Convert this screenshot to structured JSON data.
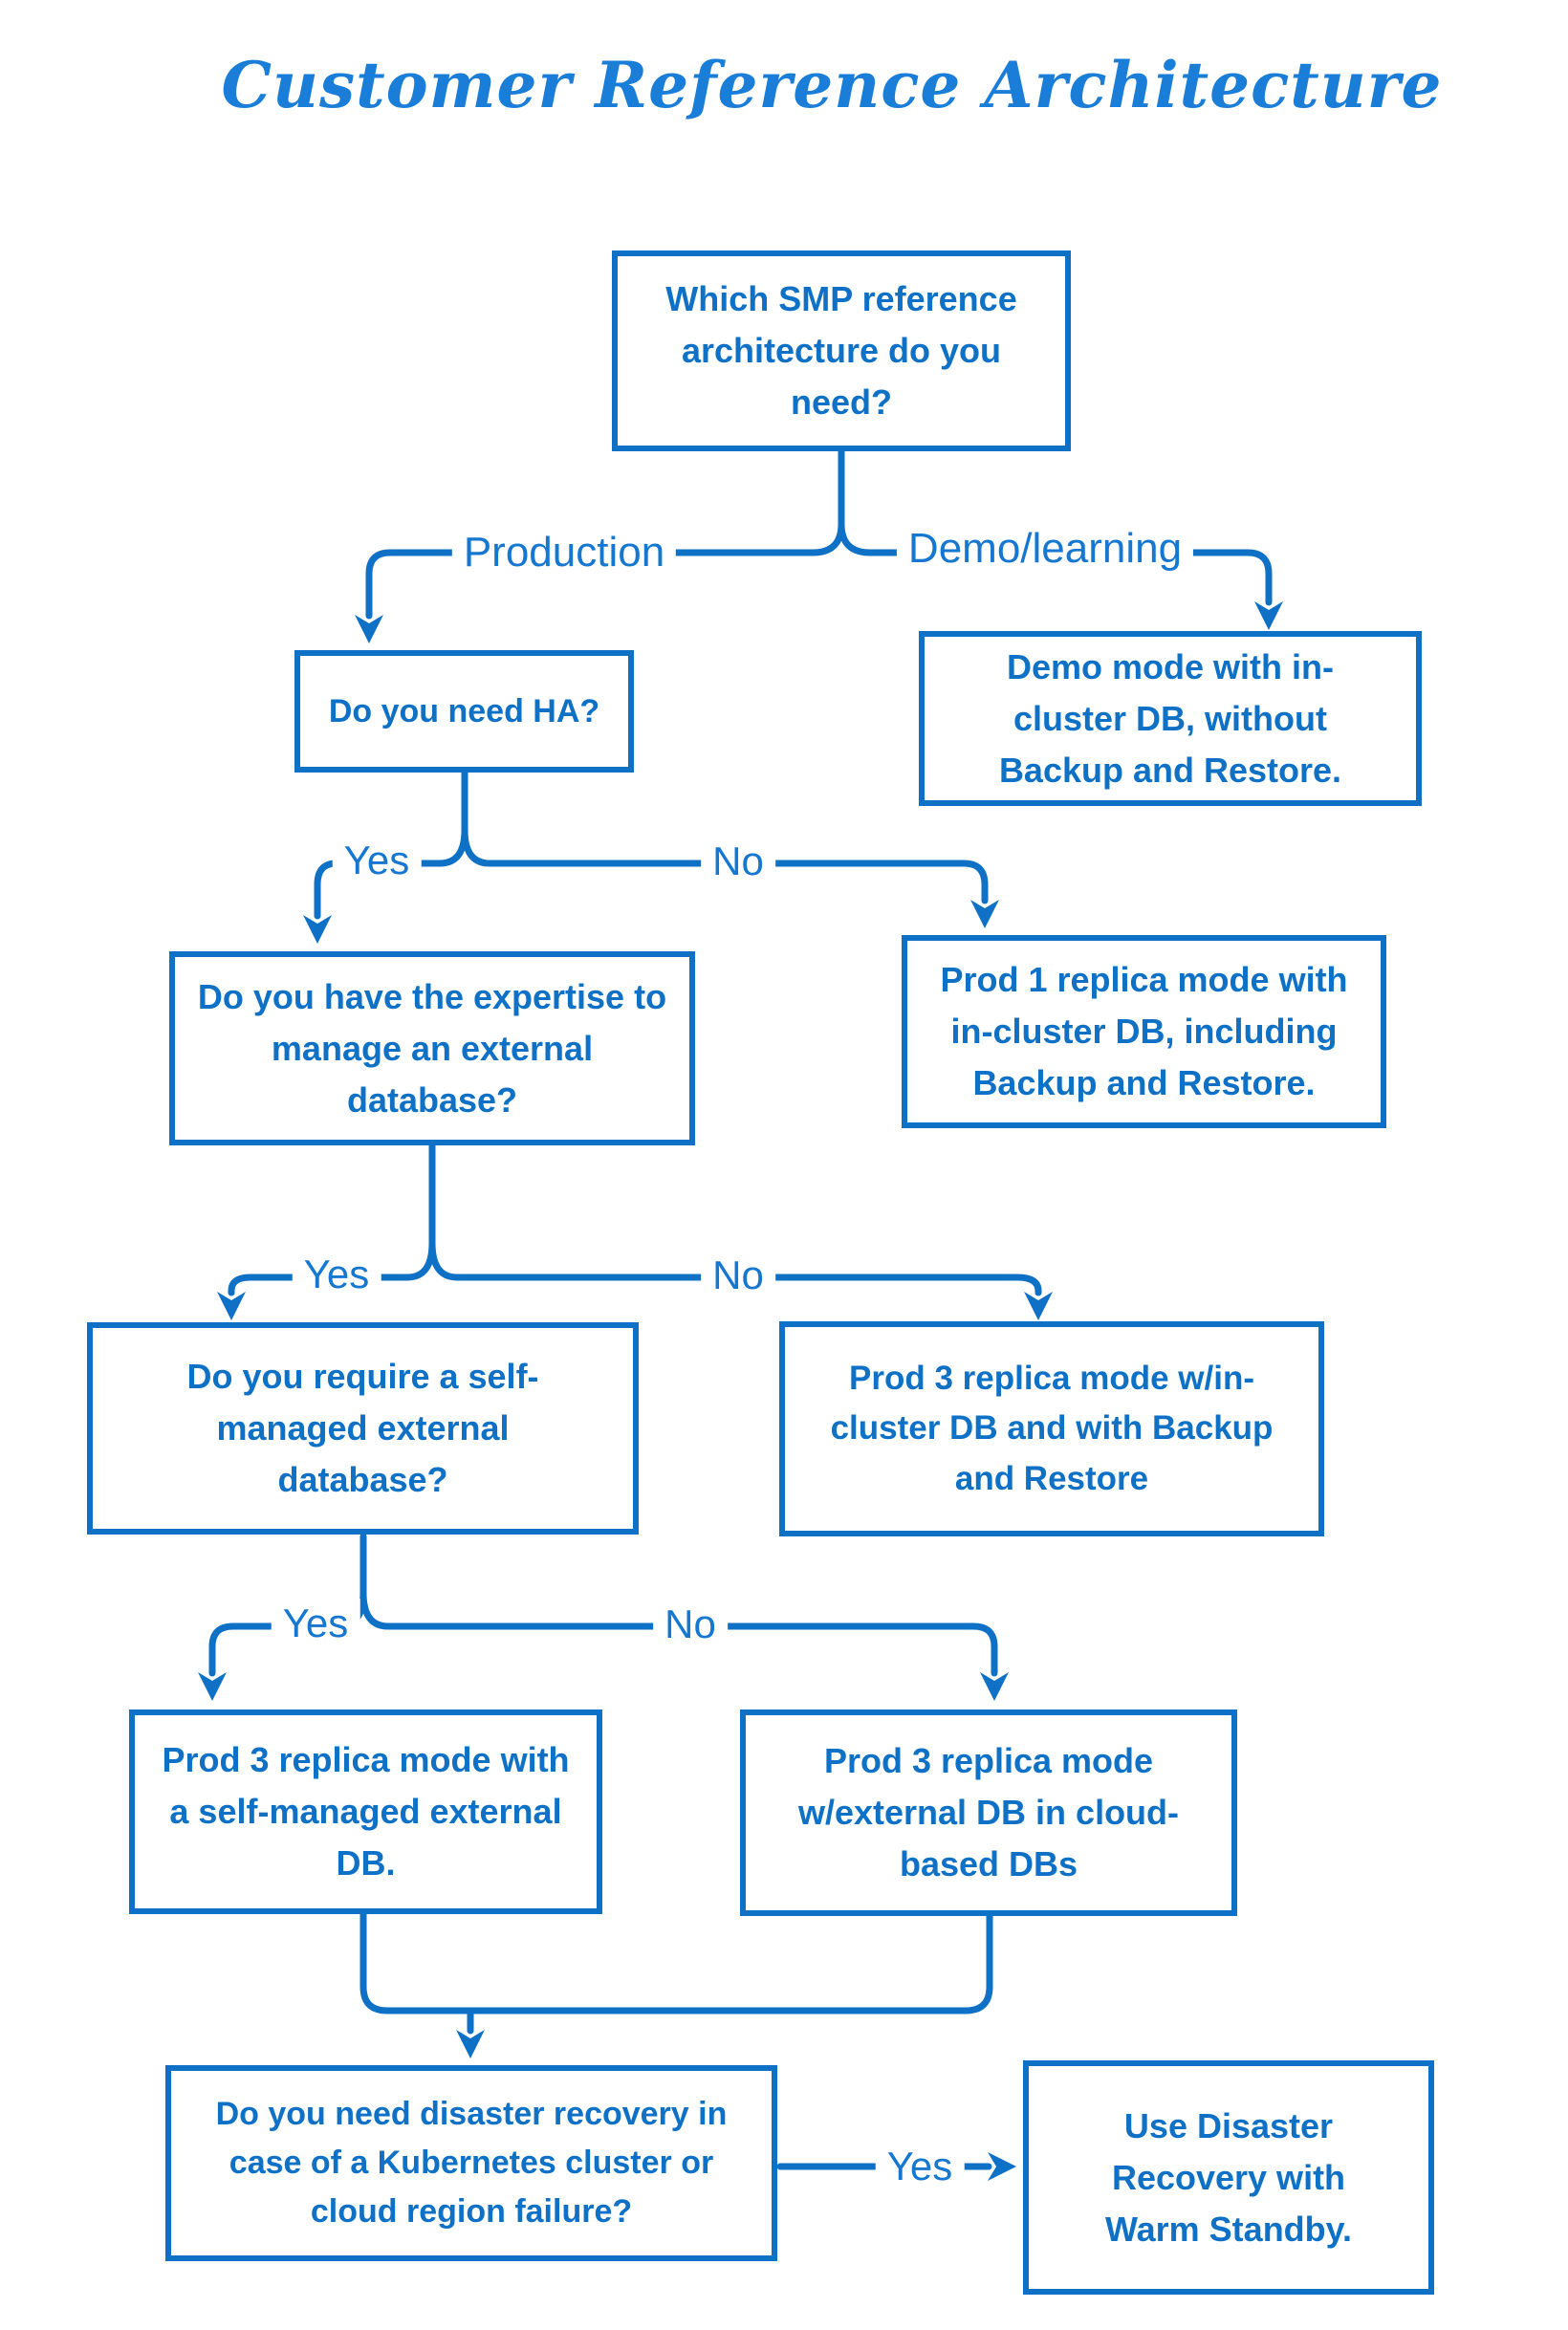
{
  "title": "Customer Reference Architecture",
  "colors": {
    "accent": "#0e71c6",
    "edge_label": "#1577d0",
    "title": "#1a7ed8"
  },
  "nodes": {
    "which_architecture": {
      "text": "Which SMP reference architecture do you need?"
    },
    "need_ha": {
      "text": "Do you need HA?"
    },
    "demo_mode": {
      "text": "Demo mode with in-cluster DB, without Backup and Restore."
    },
    "prod_1_replica": {
      "text": "Prod 1 replica mode with in-cluster DB, including Backup and Restore."
    },
    "expertise_external_db": {
      "text": "Do you have the expertise to manage an external database?"
    },
    "prod_3_in_cluster": {
      "text": "Prod 3 replica mode w/in-cluster DB and with Backup and Restore"
    },
    "require_self_managed": {
      "text": "Do you require a self-managed external database?"
    },
    "prod_3_self_managed": {
      "text": "Prod 3 replica mode with a self-managed external DB."
    },
    "prod_3_cloud": {
      "text": "Prod 3 replica mode w/external DB in cloud-based DBs"
    },
    "need_disaster_recovery": {
      "text": "Do you need disaster recovery in case of a Kubernetes cluster or cloud region failure?"
    },
    "warm_standby": {
      "text": "Use Disaster Recovery with Warm Standby."
    }
  },
  "edges": {
    "production": {
      "label": "Production"
    },
    "demo_learning": {
      "label": "Demo/learning"
    },
    "ha_yes": {
      "label": "Yes"
    },
    "ha_no": {
      "label": "No"
    },
    "expertise_yes": {
      "label": "Yes"
    },
    "expertise_no": {
      "label": "No"
    },
    "self_managed_yes": {
      "label": "Yes"
    },
    "self_managed_no": {
      "label": "No"
    },
    "disaster_recovery_yes": {
      "label": "Yes"
    }
  }
}
